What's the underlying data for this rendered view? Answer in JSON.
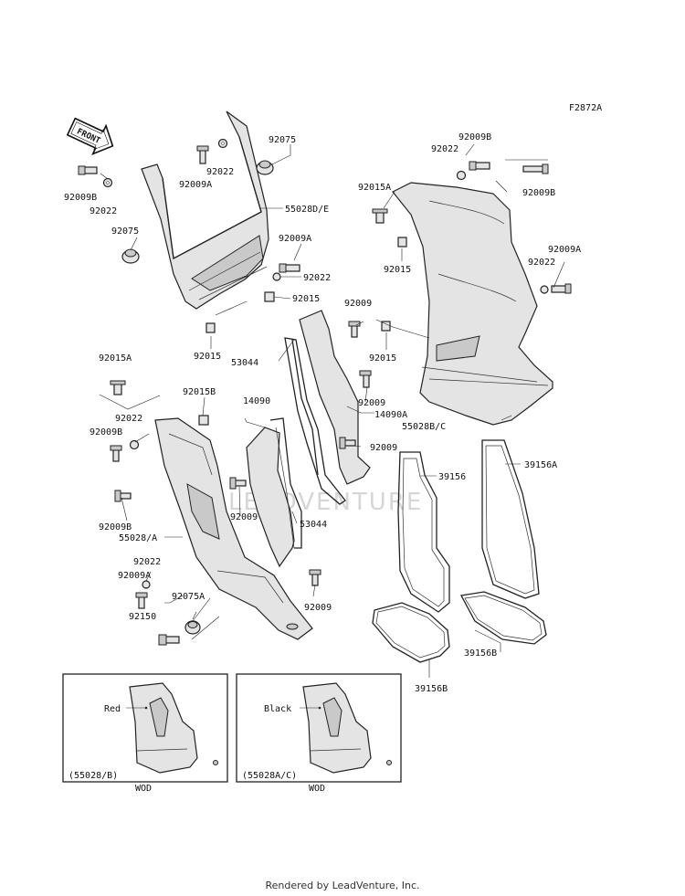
{
  "figure_code": "F2872A",
  "front_arrow": "FRONT",
  "watermark": "LEADVENTURE",
  "footer": "Rendered by LeadVenture, Inc.",
  "labels": {
    "l92075_top": "92075",
    "l92009A_top": "92009A",
    "l92022_top": "92022",
    "l92009B_left": "92009B",
    "l92022_left": "92022",
    "l92075_left": "92075",
    "l55028DE": "55028D/E",
    "l92009A_mid": "92009A",
    "l92022_mid": "92022",
    "l92015_mid": "92015",
    "l92015_bl": "92015",
    "l92009B_tr": "92009B",
    "l92022_tr": "92022",
    "l92009B_tr2": "92009B",
    "l92015A_tr": "92015A",
    "l92015_tr": "92015",
    "l92009A_r": "92009A",
    "l92022_r": "92022",
    "l92009_c": "92009",
    "l53044_top": "53044",
    "l92015_c": "92015",
    "l92015A_l": "92015A",
    "l92015B": "92015B",
    "l14090": "14090",
    "l92009_c2": "92009",
    "l14090A": "14090A",
    "l55028BC": "55028B/C",
    "l92022_l2": "92022",
    "l92009B_l2": "92009B",
    "l92009_c3": "92009",
    "l39156": "39156",
    "l39156A": "39156A",
    "l92009B_l3": "92009B",
    "l92009_c4": "92009",
    "l53044_b": "53044",
    "l55028A": "55028/A",
    "l92022_l3": "92022",
    "l92009A_l3": "92009A",
    "l92075A": "92075A",
    "l92150": "92150",
    "l92009_c5": "92009",
    "l39156B_r": "39156B",
    "l39156B_b": "39156B"
  },
  "inset_left": {
    "color": "Red",
    "code": "(55028/B)",
    "region": "WOD"
  },
  "inset_right": {
    "color": "Black",
    "code": "(55028A/C)",
    "region": "WOD"
  }
}
